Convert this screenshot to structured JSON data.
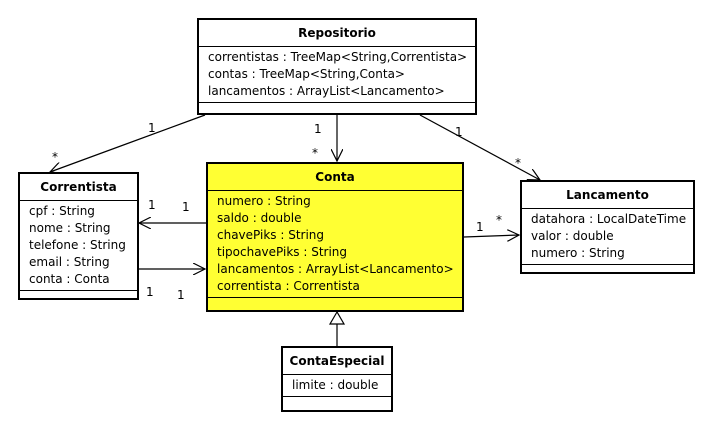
{
  "classes": {
    "repositorio": {
      "name": "Repositorio",
      "attributes": [
        "correntistas : TreeMap<String,Correntista>",
        "contas : TreeMap<String,Conta>",
        "lancamentos : ArrayList<Lancamento>"
      ]
    },
    "correntista": {
      "name": "Correntista",
      "attributes": [
        "cpf : String",
        "nome : String",
        "telefone : String",
        "email : String",
        "conta : Conta"
      ]
    },
    "conta": {
      "name": "Conta",
      "attributes": [
        "numero : String",
        "saldo : double",
        "chavePiks : String",
        "tipochavePiks : String",
        "lancamentos : ArrayList<Lancamento>",
        "correntista : Correntista"
      ]
    },
    "lancamento": {
      "name": "Lancamento",
      "attributes": [
        "datahora : LocalDateTime",
        "valor : double",
        "numero : String"
      ]
    },
    "contaEspecial": {
      "name": "ContaEspecial",
      "attributes": [
        "limite : double"
      ]
    }
  },
  "multiplicities": {
    "repo_correntista_src": "1",
    "repo_correntista_dst": "*",
    "repo_conta_src": "1",
    "repo_conta_dst": "*",
    "repo_lanc_src": "1",
    "repo_lanc_dst": "*",
    "conta_correntista_a": "1",
    "conta_correntista_b": "1",
    "correntista_conta_a": "1",
    "correntista_conta_b": "1",
    "conta_lanc_src": "1",
    "conta_lanc_dst": "*"
  },
  "colors": {
    "highlight": "#ffff33",
    "line": "#000000"
  }
}
